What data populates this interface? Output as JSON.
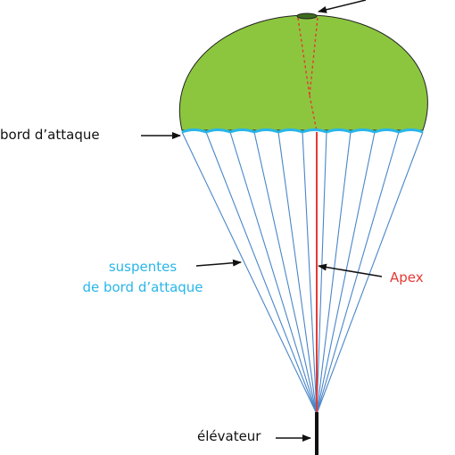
{
  "labels": {
    "leading_edge": "bord d’attaque",
    "leading_edge_lines_1": "suspentes",
    "leading_edge_lines_2": "de bord d’attaque",
    "apex": "Apex",
    "riser": "élévateur"
  },
  "colors": {
    "canopy_fill": "#8cc63f",
    "canopy_outline": "#222222",
    "leading_edge_line": "#29b6e8",
    "suspension_lines": "#4a86c8",
    "apex_line": "#e53935",
    "riser": "#111111",
    "label_text": "#111111",
    "lines_label_text": "#29b6e8",
    "apex_label_text": "#e53935"
  }
}
